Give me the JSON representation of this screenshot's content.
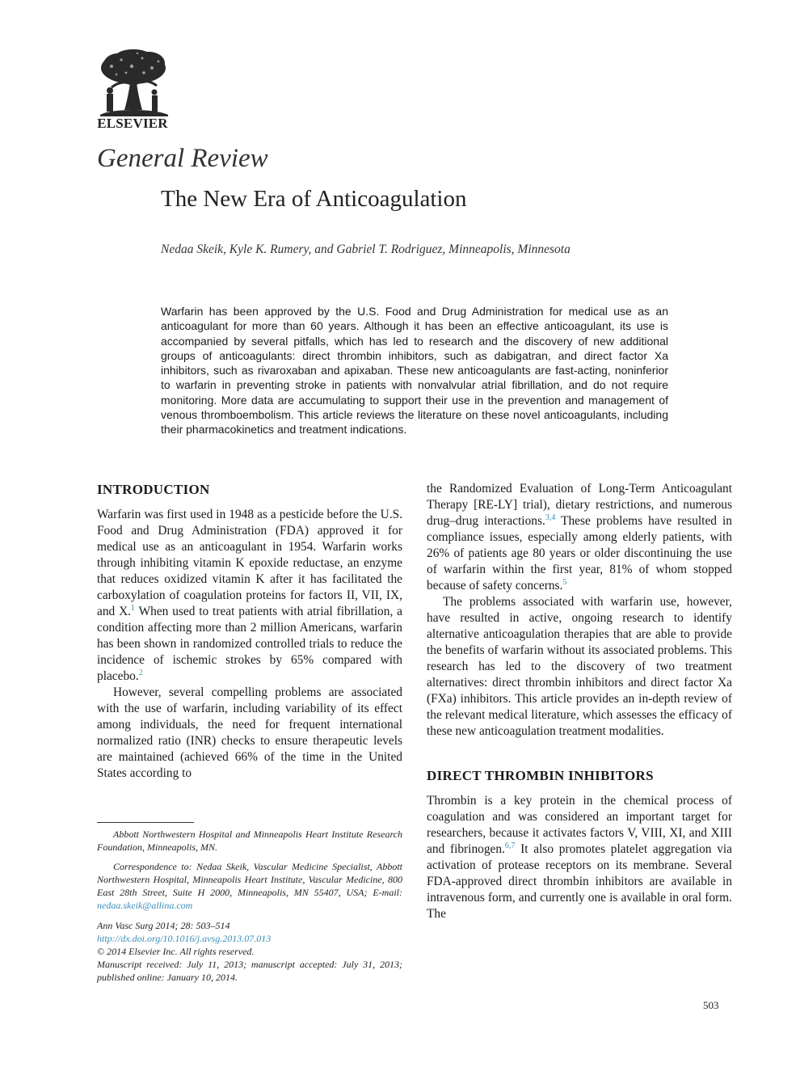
{
  "header": {
    "publisher": "ELSEVIER",
    "section_label": "General Review",
    "title": "The New Era of Anticoagulation",
    "authors": "Nedaa Skeik, Kyle K. Rumery, and Gabriel T. Rodriguez, Minneapolis, Minnesota"
  },
  "abstract": "Warfarin has been approved by the U.S. Food and Drug Administration for medical use as an anticoagulant for more than 60 years. Although it has been an effective anticoagulant, its use is accompanied by several pitfalls, which has led to research and the discovery of new additional groups of anticoagulants: direct thrombin inhibitors, such as dabigatran, and direct factor Xa inhibitors, such as rivaroxaban and apixaban. These new anticoagulants are fast-acting, noninferior to warfarin in preventing stroke in patients with nonvalvular atrial fibrillation, and do not require monitoring. More data are accumulating to support their use in the prevention and management of venous thromboembolism. This article reviews the literature on these novel anticoagulants, including their pharmacokinetics and treatment indications.",
  "body": {
    "intro_heading": "INTRODUCTION",
    "p1": {
      "a": "Warfarin was first used in 1948 as a pesticide before the U.S. Food and Drug Administration (FDA) approved it for medical use as an anticoagulant in 1954. Warfarin works through inhibiting vitamin K epoxide reductase, an enzyme that reduces oxidized vitamin K after it has facilitated the carboxylation of coagulation proteins for factors II, VII, IX, and X.",
      "ref1": "1",
      "b": " When used to treat patients with atrial fibrillation, a condition affecting more than 2 million Americans, warfarin has been shown in randomized controlled trials to reduce the incidence of ischemic strokes by 65% compared with placebo.",
      "ref2": "2"
    },
    "p2": "However, several compelling problems are associated with the use of warfarin, including variability of its effect among individuals, the need for frequent international normalized ratio (INR) checks to ensure therapeutic levels are maintained (achieved 66% of the time in the United States according to",
    "p2_cont": {
      "a": "the Randomized Evaluation of Long-Term Anticoagulant Therapy [RE-LY] trial), dietary restrictions, and numerous drug–drug interactions.",
      "ref1": "3,4",
      "b": " These problems have resulted in compliance issues, especially among elderly patients, with 26% of patients age 80 years or older discontinuing the use of warfarin within the first year, 81% of whom stopped because of safety concerns.",
      "ref2": "5"
    },
    "p3": "The problems associated with warfarin use, however, have resulted in active, ongoing research to identify alternative anticoagulation therapies that are able to provide the benefits of warfarin without its associated problems. This research has led to the discovery of two treatment alternatives: direct thrombin inhibitors and direct factor Xa (FXa) inhibitors. This article provides an in-depth review of the relevant medical literature, which assesses the efficacy of these new anticoagulation treatment modalities.",
    "dti_heading": "DIRECT THROMBIN INHIBITORS",
    "p4": {
      "a": "Thrombin is a key protein in the chemical process of coagulation and was considered an important target for researchers, because it activates factors V, VIII, XI, and XIII and fibrinogen.",
      "ref": "6,7",
      "b": " It also promotes platelet aggregation via activation of protease receptors on its membrane. Several FDA-approved direct thrombin inhibitors are available in intravenous form, and currently one is available in oral form. The"
    }
  },
  "footnotes": {
    "affiliation": "Abbott Northwestern Hospital and Minneapolis Heart Institute Research Foundation, Minneapolis, MN.",
    "correspondence": "Correspondence to: Nedaa Skeik, Vascular Medicine Specialist, Abbott Northwestern Hospital, Minneapolis Heart Institute, Vascular Medicine, 800 East 28th Street, Suite H 2000, Minneapolis, MN 55407, USA; E-mail: ",
    "email": "nedaa.skeik@allina.com",
    "citation": "Ann Vasc Surg 2014; 28: 503–514",
    "doi": "http://dx.doi.org/10.1016/j.avsg.2013.07.013",
    "copyright": "© 2014 Elsevier Inc. All rights reserved.",
    "dates": "Manuscript received: July 11, 2013; manuscript accepted: July 31, 2013; published online: January 10, 2014."
  },
  "page_number": "503",
  "colors": {
    "link": "#3a8fb7",
    "text": "#1a1a1a"
  },
  "icons": {
    "logo": "elsevier-tree-icon"
  }
}
